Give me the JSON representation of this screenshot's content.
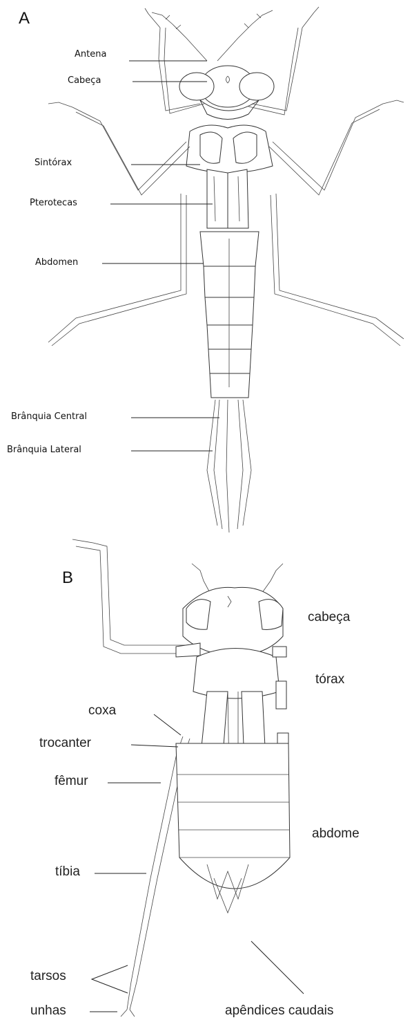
{
  "panel_a": {
    "letter": "A",
    "labels": {
      "antena": "Antena",
      "cabeca": "Cabeça",
      "sintorax": "Sintórax",
      "pterotecas": "Pterotecas",
      "abdomen": "Abdomen",
      "branquia_central": "Brânquia Central",
      "branquia_lateral": "Brânquia Lateral"
    }
  },
  "panel_b": {
    "letter": "B",
    "labels": {
      "cabeca": "cabeça",
      "torax": "tórax",
      "coxa": "coxa",
      "trocanter": "trocanter",
      "femur": "fêmur",
      "abdome": "abdome",
      "tibia": "tíbia",
      "tarsos": "tarsos",
      "unhas": "unhas",
      "apendices_caudais": "apêndices caudais"
    }
  },
  "colors": {
    "line": "#222222",
    "background": "#ffffff"
  }
}
